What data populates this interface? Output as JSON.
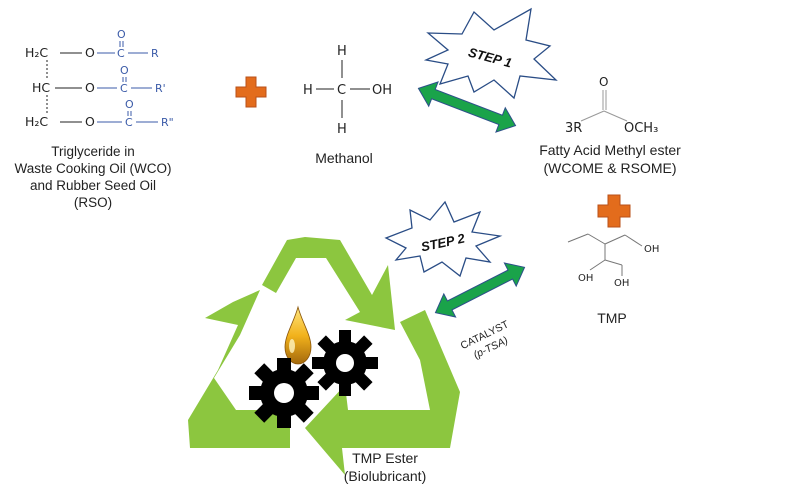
{
  "triglyceride": {
    "rows": [
      {
        "carbon": "H₂C",
        "o1": "O",
        "c": "C",
        "o2": "O",
        "r": "R"
      },
      {
        "carbon": "HC",
        "o1": "O",
        "c": "C",
        "o2": "O",
        "r": "R'"
      },
      {
        "carbon": "H₂C",
        "o1": "O",
        "c": "C",
        "o2": "O",
        "r": "R\""
      }
    ],
    "caption": [
      "Triglyceride in",
      "Waste Cooking Oil (WCO)",
      "and Rubber Seed Oil",
      "(RSO)"
    ]
  },
  "methanol": {
    "atoms": {
      "h_top": "H",
      "h_left": "H",
      "c": "C",
      "oh": "OH",
      "h_bottom": "H"
    },
    "label": "Methanol"
  },
  "step1": {
    "label": "STEP 1"
  },
  "step2": {
    "label": "STEP 2"
  },
  "fame": {
    "atoms": {
      "o": "O",
      "r": "3R",
      "och3": "OCH₃"
    },
    "label": [
      "Fatty Acid Methyl ester",
      "(WCOME & RSOME)"
    ]
  },
  "tmp": {
    "atoms": {
      "oh_a": "OH",
      "oh_b": "OH",
      "oh_c": "OH"
    },
    "label": "TMP"
  },
  "catalyst": {
    "lines": [
      "CATALYST",
      "(p-TSA)"
    ]
  },
  "product": {
    "label": [
      "TMP Ester",
      "(Biolubricant)"
    ]
  },
  "colors": {
    "plus": "#e36c1c",
    "plus_outline": "#b8501a",
    "arrow_fill": "#1aa34a",
    "arrow_outline": "#2d4f8a",
    "recycle": "#8cc63f",
    "blue_text": "#3b5ba8",
    "gear": "#000000",
    "star_outline": "#2a4d86"
  }
}
